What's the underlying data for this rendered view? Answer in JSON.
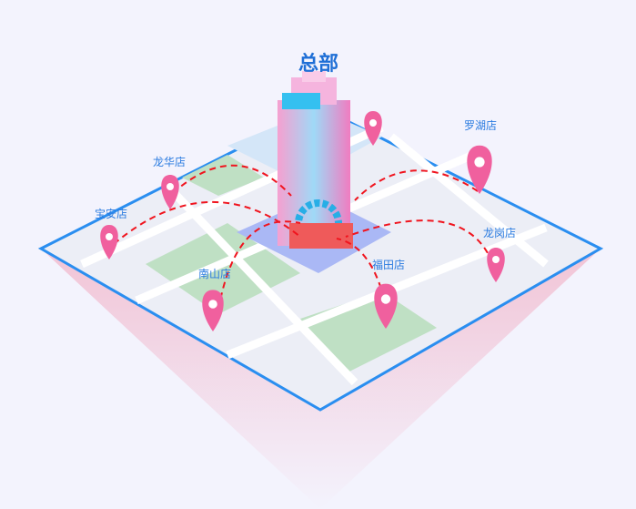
{
  "headquarters": {
    "label": "总部"
  },
  "stores": [
    {
      "label": "罗湖店"
    },
    {
      "label": "龙华店"
    },
    {
      "label": "宝安店"
    },
    {
      "label": "龙岗店"
    },
    {
      "label": "南山店"
    },
    {
      "label": "福田店"
    }
  ],
  "colors": {
    "pin": "#f0609e",
    "route": "#f0141e",
    "border": "#2a8ef0",
    "label": "#2a7be0",
    "park": "#bfe0c4"
  }
}
